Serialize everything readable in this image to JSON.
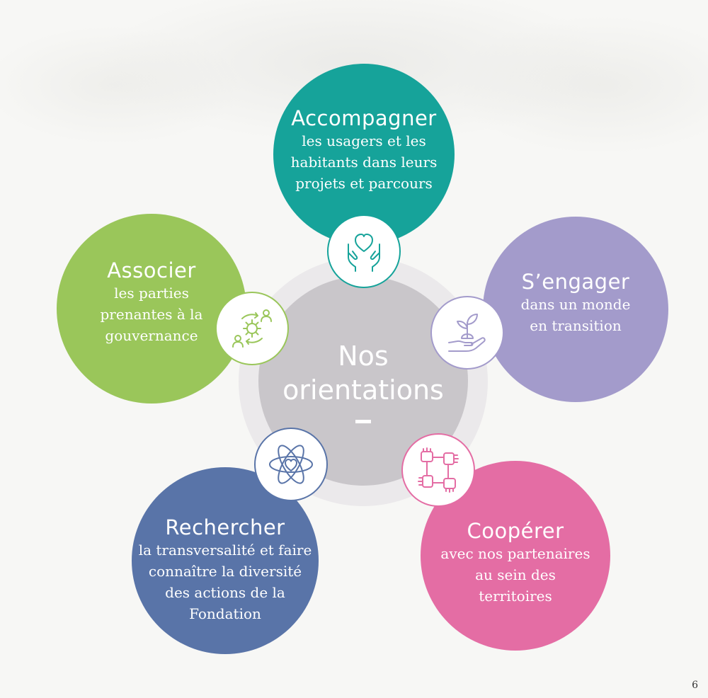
{
  "center": {
    "title_line1": "Nos",
    "title_line2": "orientations",
    "dash": "–"
  },
  "orientations": [
    {
      "id": "accompagner",
      "name": "Accompagner",
      "description": "les usagers et les habitants dans leurs projets et parcours",
      "color": "#16a39a",
      "icon": "heart-hands-icon"
    },
    {
      "id": "associer",
      "name": "Associer",
      "description": "les parties prenantes à la gouvernance",
      "color": "#9ac65a",
      "icon": "people-gear-cycle-icon"
    },
    {
      "id": "engager",
      "name": "S’engager",
      "description": "dans un monde en transition",
      "color": "#a39bcb",
      "icon": "plant-hand-icon"
    },
    {
      "id": "rechercher",
      "name": "Rechercher",
      "description": "la transversalité et faire connaître la diversité des actions de la Fondation",
      "color": "#5974a8",
      "icon": "atom-heart-icon"
    },
    {
      "id": "cooperer",
      "name": "Coopérer",
      "description": "avec nos partenaires au sein des territoires",
      "color": "#e46da4",
      "icon": "hands-together-icon"
    }
  ],
  "page_number": "6"
}
